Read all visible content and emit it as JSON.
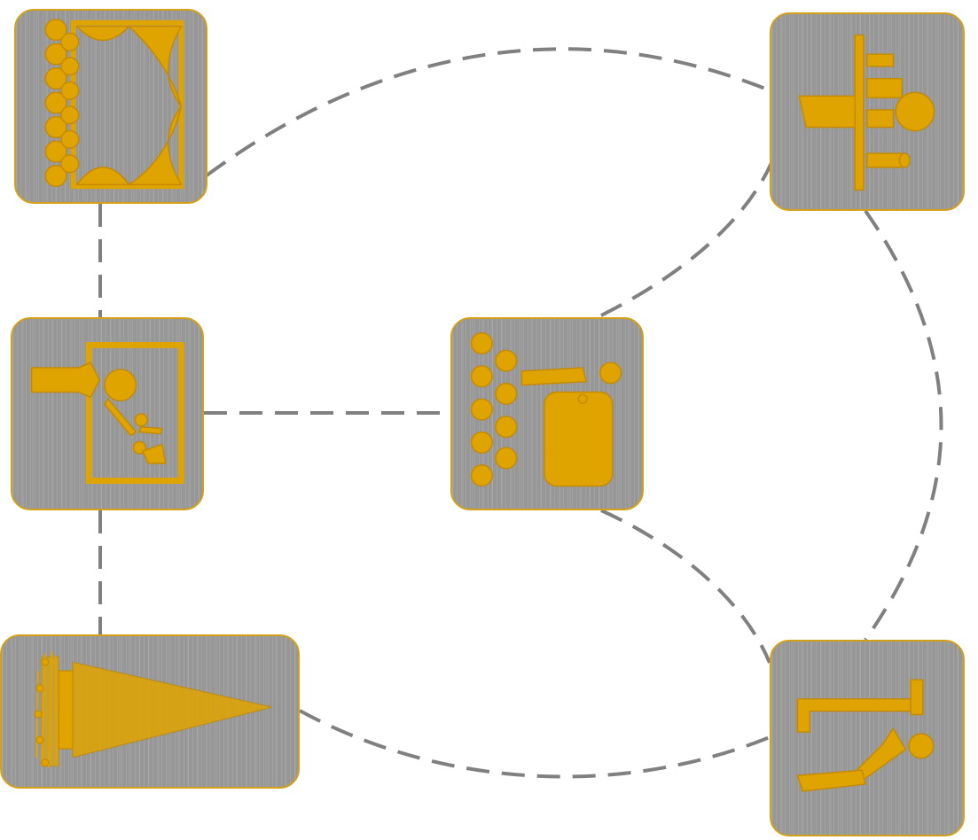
{
  "colors": {
    "tile_fill": "#979797",
    "tile_border": "#d4a017",
    "icon_fill": "#e0a400",
    "icon_stroke": "#c48a00",
    "connector": "#808080",
    "background": "#ffffff"
  },
  "nodes": [
    {
      "id": "theater-curtain",
      "icon": "theater-stage-curtain-icon"
    },
    {
      "id": "banquet-table",
      "icon": "banquet-table-icon"
    },
    {
      "id": "lecture-presenter",
      "icon": "presenter-screen-icon"
    },
    {
      "id": "classroom-seating",
      "icon": "classroom-seating-icon"
    },
    {
      "id": "chandelier",
      "icon": "chandelier-icon"
    },
    {
      "id": "reception-desk",
      "icon": "reception-desk-icon"
    }
  ],
  "edges": [
    {
      "from": "theater-curtain",
      "to": "banquet-table",
      "style": "dashed-curve"
    },
    {
      "from": "theater-curtain",
      "to": "lecture-presenter",
      "style": "dashed"
    },
    {
      "from": "lecture-presenter",
      "to": "chandelier",
      "style": "dashed"
    },
    {
      "from": "lecture-presenter",
      "to": "classroom-seating",
      "style": "dashed"
    },
    {
      "from": "classroom-seating",
      "to": "banquet-table",
      "style": "dashed-curve"
    },
    {
      "from": "classroom-seating",
      "to": "reception-desk",
      "style": "dashed-curve"
    },
    {
      "from": "banquet-table",
      "to": "reception-desk",
      "style": "dashed-curve"
    },
    {
      "from": "chandelier",
      "to": "reception-desk",
      "style": "dashed-curve"
    }
  ]
}
